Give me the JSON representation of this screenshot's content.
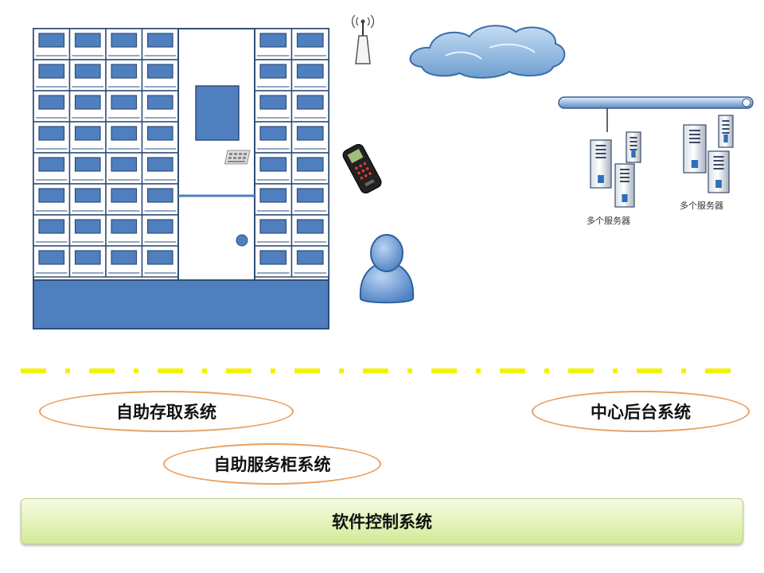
{
  "labels": {
    "servers_left": "多个服务器",
    "servers_right": "多个服务器",
    "self_access": "自助存取系统",
    "backend": "中心后台系统",
    "service_cabinet": "自助服务柜系统",
    "software_control": "软件控制系统"
  },
  "colors": {
    "locker_fill": "#4f7fbf",
    "locker_border": "#2e4e7a",
    "divider_yellow": "#f2f200",
    "oval_border": "#e8a060",
    "bar_green": "#e4f2b8"
  },
  "icons": [
    "antenna-icon",
    "cloud-icon",
    "card-terminal-icon",
    "keypad-icon",
    "user-icon",
    "network-bus-icon",
    "server-icon"
  ]
}
